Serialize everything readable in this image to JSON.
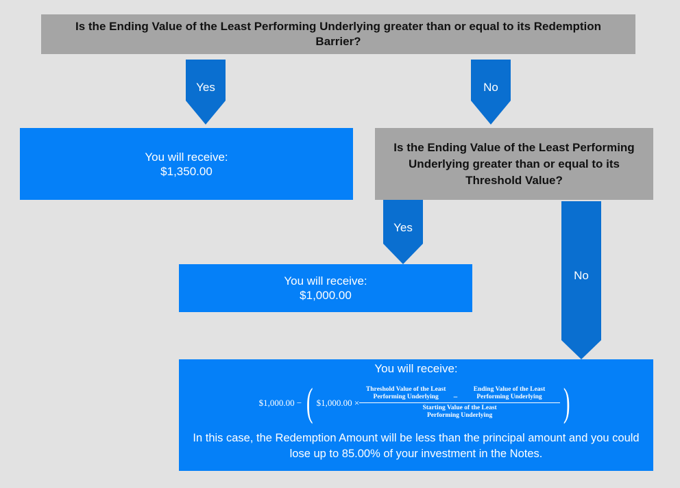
{
  "question1": "Is the Ending Value of the Least Performing Underlying greater than or equal to its Redemption Barrier?",
  "yes_label": "Yes",
  "no_label": "No",
  "result1": {
    "line1": "You will receive:",
    "line2": "$1,350.00"
  },
  "question2": "Is the Ending Value of the Least Performing Underlying greater than or equal to its Threshold Value?",
  "result2": {
    "line1": "You will receive:",
    "line2": "$1,000.00"
  },
  "result3": {
    "line1": "You will receive:",
    "formula": {
      "lead": "$1,000.00 −",
      "inner_lead": "$1,000.00 ×",
      "num_left": "Threshold Value of the Least Performing Underlying",
      "num_op": "−",
      "num_right": "Ending Value of the Least Performing Underlying",
      "denominator": "Starting Value of the Least Performing Underlying"
    },
    "note": "In this case, the Redemption Amount will be less than the principal amount and you could lose up to 85.00% of your investment in the Notes."
  },
  "colors": {
    "background": "#e2e2e2",
    "question_box": "#a5a5a5",
    "result_box": "#0580f8",
    "arrow": "#0a6fd0"
  }
}
